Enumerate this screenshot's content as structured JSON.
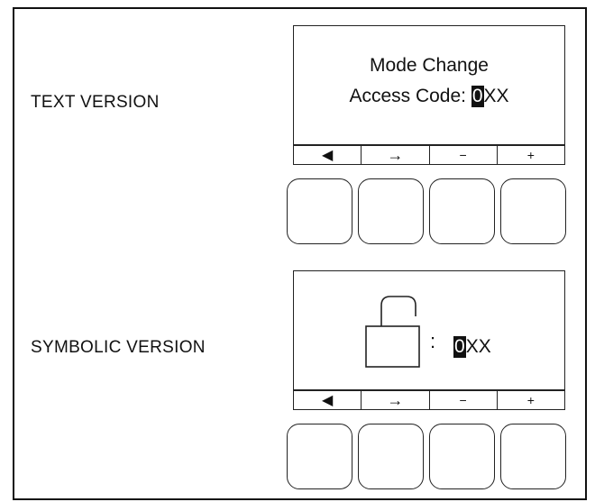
{
  "text_version": {
    "label": "TEXT VERSION",
    "title": "Mode Change",
    "access_prefix": "Access Code: ",
    "code_cursor": "0",
    "code_rest": "XX"
  },
  "symbolic_version": {
    "label": "SYMBOLIC VERSION",
    "colon": ":",
    "code_cursor": "0",
    "code_rest": "XX",
    "icon": "padlock-icon"
  },
  "softkeys": [
    "◀",
    "→",
    "−",
    "+"
  ]
}
